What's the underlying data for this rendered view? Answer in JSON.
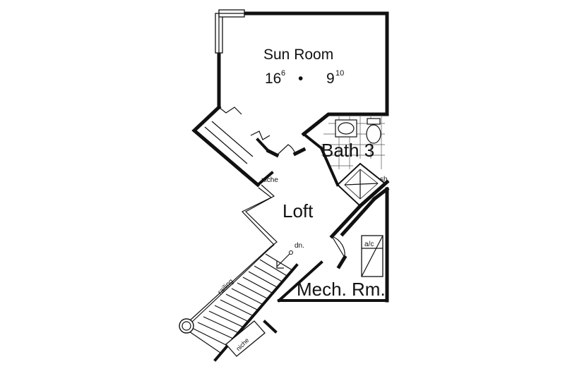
{
  "rooms": {
    "sun_room": {
      "name": "Sun Room",
      "width_ft": "16",
      "width_in": "6",
      "separator": "•",
      "depth_ft": "9",
      "depth_in": "10"
    },
    "bath": {
      "name": "Bath 3"
    },
    "loft": {
      "name": "Loft"
    },
    "mech": {
      "name": "Mech. Rm."
    }
  },
  "annotations": {
    "niche_upper": "niche",
    "niche_lower": "niche",
    "railing": "railing",
    "down": "dn.",
    "ac": "a/c",
    "shower": "sh."
  }
}
